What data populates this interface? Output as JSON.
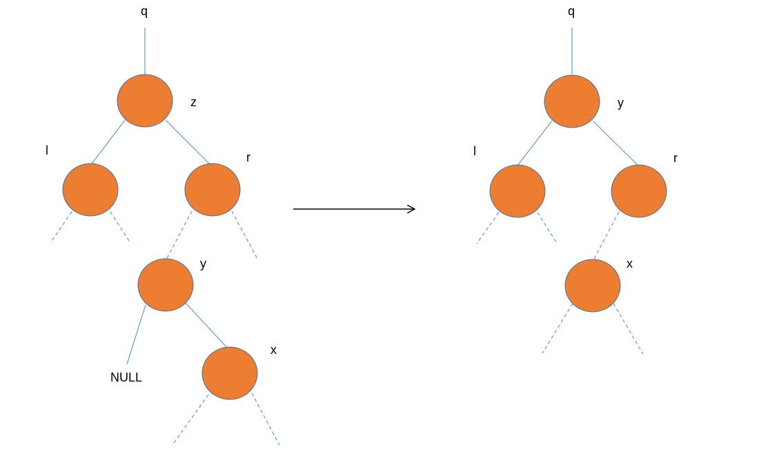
{
  "colors": {
    "node_fill": "#ED7D31",
    "node_stroke": "#41719C",
    "edge": "#5B9BD5",
    "arrow": "#000000",
    "text": "#000000"
  },
  "left_tree": {
    "parent_label": "q",
    "nodes": {
      "z": "z",
      "l": "l",
      "r": "r",
      "y": "y",
      "x": "x"
    },
    "null_label": "NULL"
  },
  "right_tree": {
    "parent_label": "q",
    "nodes": {
      "y": "y",
      "l": "l",
      "r": "r",
      "x": "x"
    }
  },
  "transition_arrow": "right-arrow"
}
